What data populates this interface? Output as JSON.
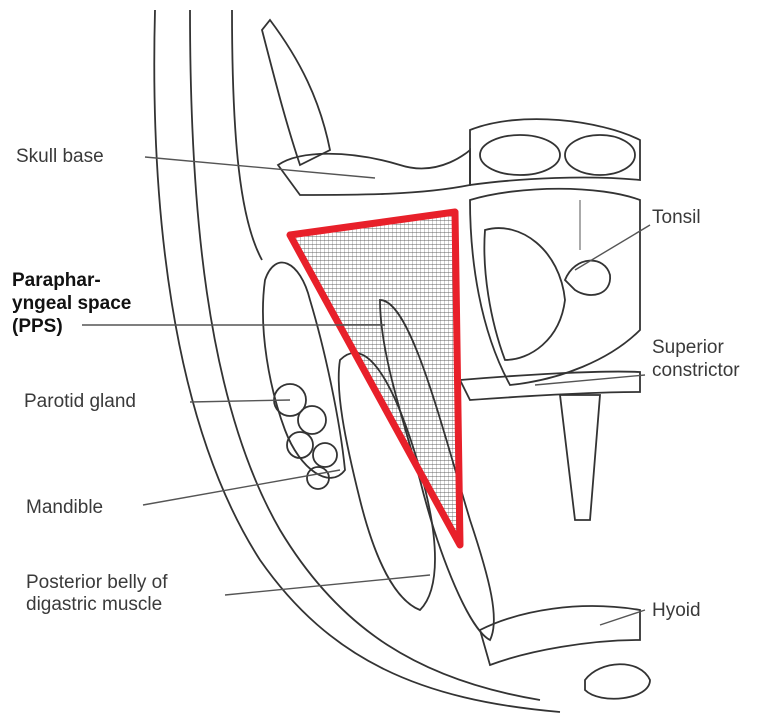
{
  "labels": {
    "skull_base": "Skull base",
    "pps_line1": "Paraphar-",
    "pps_line2": "yngeal space",
    "pps_line3": "(PPS)",
    "parotid": "Parotid gland",
    "mandible": "Mandible",
    "digastric_line1": "Posterior belly of",
    "digastric_line2": "digastric muscle",
    "tonsil": "Tonsil",
    "constrictor_line1": "Superior",
    "constrictor_line2": "constrictor",
    "hyoid": "Hyoid"
  },
  "colors": {
    "pps_outline": "#e8202a",
    "ink": "#333333",
    "label_text": "#3a3a3a",
    "hyoid_tissue": "#eef2d8"
  }
}
